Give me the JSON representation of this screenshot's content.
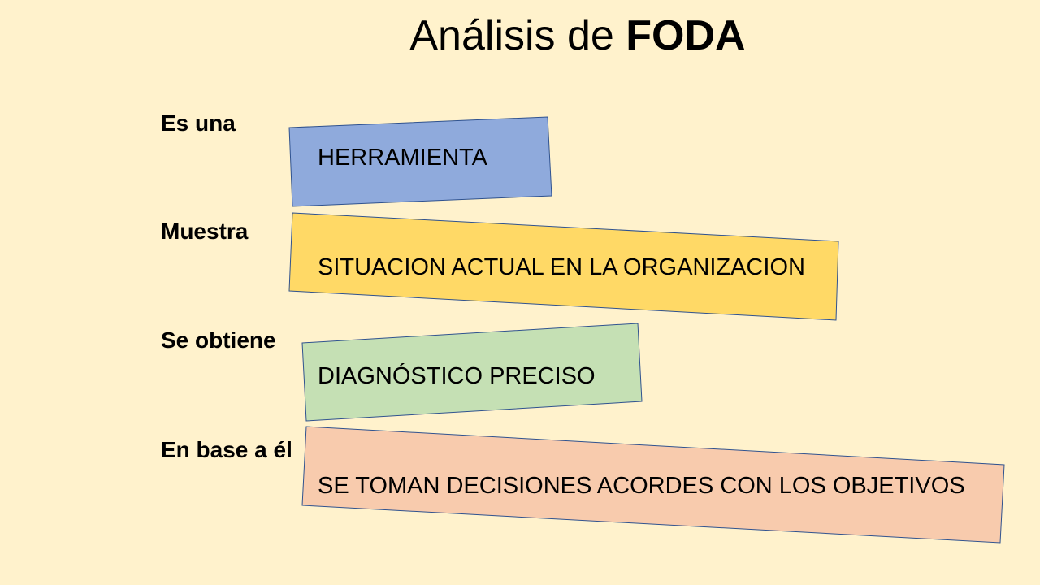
{
  "title": {
    "normal": "Análisis de ",
    "bold": "FODA"
  },
  "rows": [
    {
      "label": "Es una",
      "value": "HERRAMIENTA",
      "color": "#8faadc"
    },
    {
      "label": "Muestra",
      "value": "SITUACION ACTUAL EN LA ORGANIZACION",
      "color": "#ffd966"
    },
    {
      "label": "Se obtiene",
      "value": "DIAGNÓSTICO PRECISO",
      "color": "#c5e0b4"
    },
    {
      "label": "En base a él",
      "value": "SE TOMAN DECISIONES ACORDES CON LOS OBJETIVOS",
      "color": "#f8cbad"
    }
  ],
  "colors": {
    "background": "#fff2cc",
    "border": "#2f528f"
  }
}
